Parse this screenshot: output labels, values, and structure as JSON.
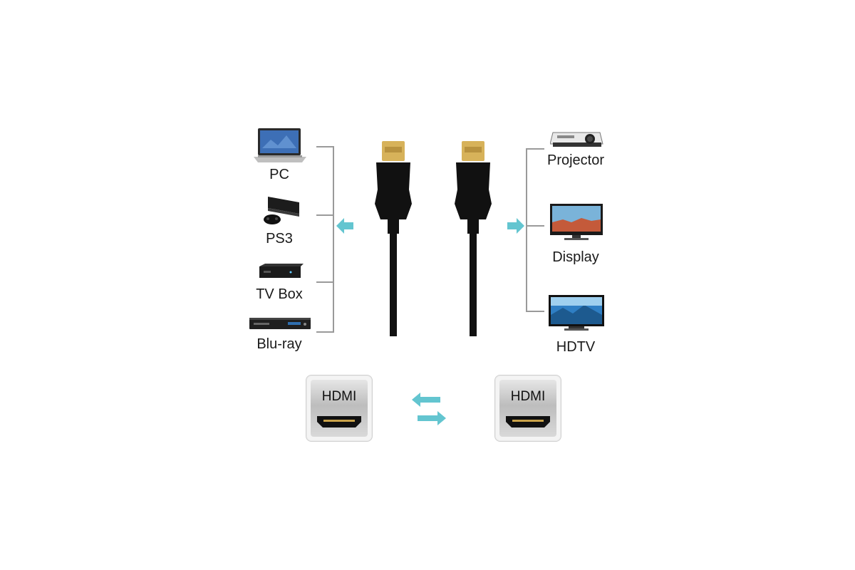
{
  "left_devices": [
    {
      "label": "PC",
      "icon": "laptop-icon"
    },
    {
      "label": "PS3",
      "icon": "game-console-icon"
    },
    {
      "label": "TV Box",
      "icon": "tv-box-icon"
    },
    {
      "label": "Blu-ray",
      "icon": "bluray-player-icon"
    }
  ],
  "right_devices": [
    {
      "label": "Projector",
      "icon": "projector-icon"
    },
    {
      "label": "Display",
      "icon": "monitor-icon"
    },
    {
      "label": "HDTV",
      "icon": "hdtv-icon"
    }
  ],
  "ports": {
    "left_label": "HDMI",
    "right_label": "HDMI"
  },
  "colors": {
    "arrow": "#63c5d0",
    "cable": "#111111",
    "connector_gold": "#d7b25a",
    "bracket": "#9a9a9a"
  }
}
